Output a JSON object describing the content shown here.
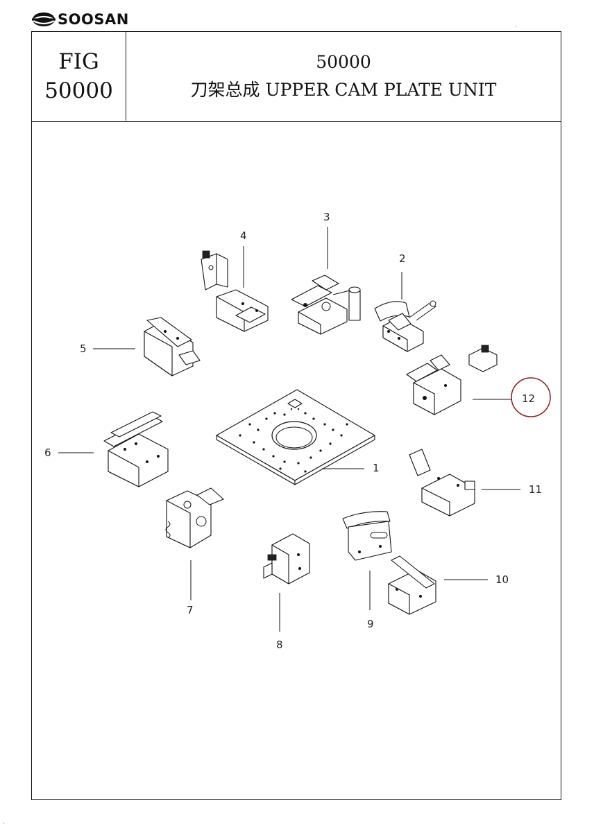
{
  "brand": {
    "name": "SOOSAN",
    "icon": "soosan-logo-icon"
  },
  "header": {
    "fig_label": "FIG",
    "fig_number": "50000",
    "title_number": "50000",
    "title": "刀架总成  UPPER CAM PLATE UNIT"
  },
  "callouts": [
    "1",
    "2",
    "3",
    "4",
    "5",
    "6",
    "7",
    "8",
    "9",
    "10",
    "11",
    "12"
  ],
  "highlight": {
    "callout": "12",
    "color": "#8b1a1a"
  },
  "marks": {
    "top_right": ".",
    "bottom_left": "."
  }
}
